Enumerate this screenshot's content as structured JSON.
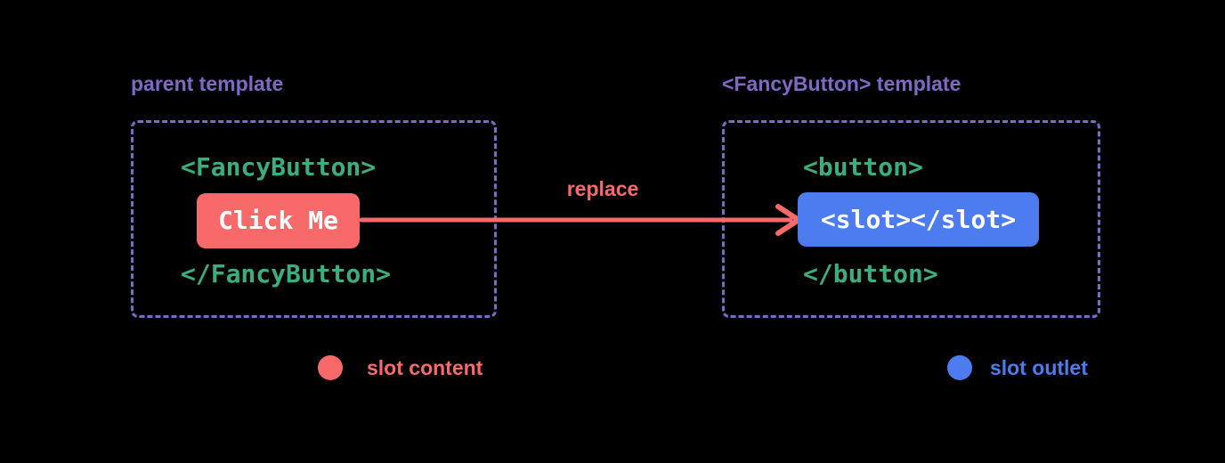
{
  "colors": {
    "background": "#000000",
    "purple": "#8168c8",
    "green": "#3cae7c",
    "red": "#f86a6a",
    "blue": "#4c7cf0",
    "white": "#ffffff"
  },
  "parent_panel": {
    "title": "parent template",
    "code_open": "<FancyButton>",
    "button_label": "Click Me",
    "code_close": "</FancyButton>"
  },
  "arrow": {
    "label": "replace"
  },
  "component_panel": {
    "title": "<FancyButton> template",
    "code_open": "<button>",
    "slot_label": "<slot></slot>",
    "code_close": "</button>"
  },
  "legend": {
    "slot_content": {
      "label": "slot content",
      "color": "#f86a6a"
    },
    "slot_outlet": {
      "label": "slot outlet",
      "color": "#4c7cf0"
    }
  }
}
